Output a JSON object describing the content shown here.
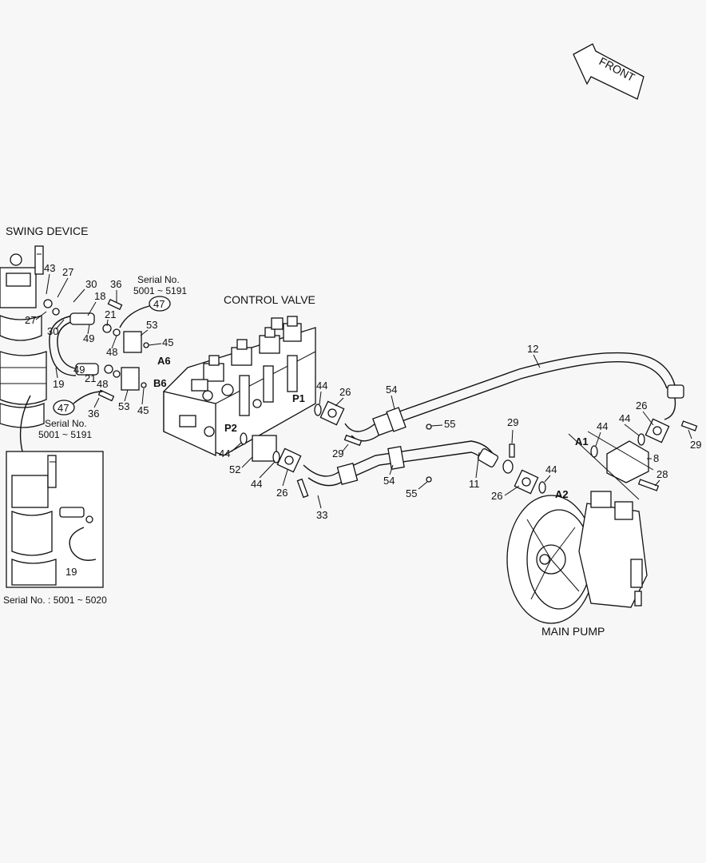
{
  "titles": {
    "swing_device": "SWING DEVICE",
    "control_valve": "CONTROL VALVE",
    "main_pump": "MAIN PUMP",
    "front": "FRONT"
  },
  "serial": {
    "top_label": "Serial No.",
    "top_range": "5001 ~ 5191",
    "left_label": "Serial No.",
    "left_range": "5001 ~ 5191",
    "inset_note": "Serial No. : 5001 ~ 5020"
  },
  "ports": {
    "a6": "A6",
    "b6": "B6",
    "p1": "P1",
    "p2": "P2",
    "a1": "A1",
    "a2": "A2"
  },
  "callouts": {
    "c43": "43",
    "c27a": "27",
    "c27b": "27",
    "c30a": "30",
    "c30b": "30",
    "c36a": "36",
    "c36b": "36",
    "c18": "18",
    "c21a": "21",
    "c21b": "21",
    "c49a": "49",
    "c49b": "49",
    "c48a": "48",
    "c48b": "48",
    "c19": "19",
    "c19i": "19",
    "c53a": "53",
    "c53b": "53",
    "c45a": "45",
    "c45b": "45",
    "c47a": "47",
    "c47b": "47",
    "c12": "12",
    "c44a": "44",
    "c44b": "44",
    "c44c": "44",
    "c44d": "44",
    "c44e": "44",
    "c44f": "44",
    "c26a": "26",
    "c26b": "26",
    "c26c": "26",
    "c26d": "26",
    "c54a": "54",
    "c54b": "54",
    "c55a": "55",
    "c55b": "55",
    "c29a": "29",
    "c29b": "29",
    "c29c": "29",
    "c52": "52",
    "c33": "33",
    "c11": "11",
    "c8": "8",
    "c28": "28"
  }
}
